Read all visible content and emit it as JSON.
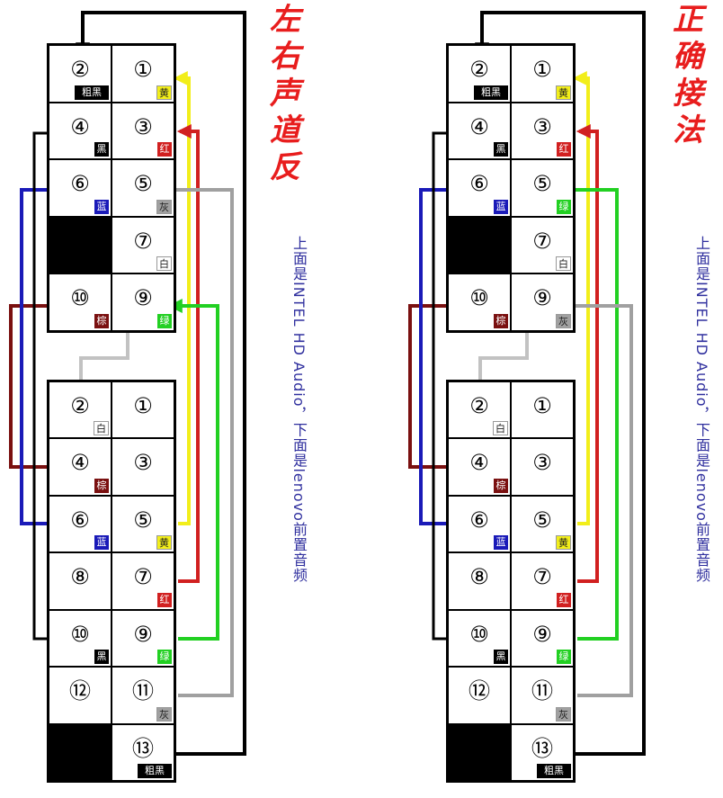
{
  "left_title": [
    "左",
    "右",
    "声",
    "道",
    "反"
  ],
  "right_title": [
    "正",
    "确",
    "接",
    "法"
  ],
  "note": "上面是INTEL HD Audio，下面是lenovo前置音频",
  "top_block": {
    "numbers": {
      "n1": "①",
      "n2": "②",
      "n3": "③",
      "n4": "④",
      "n5": "⑤",
      "n6": "⑥",
      "n7": "⑦",
      "n9": "⑨",
      "n10": "⑩"
    },
    "left_tags": {
      "n1": "黄",
      "n2": "粗黑",
      "n3": "红",
      "n4": "黑",
      "n5": "灰",
      "n6": "蓝",
      "n7": "白",
      "n9": "绿",
      "n10": "棕"
    },
    "right_tags": {
      "n1": "黄",
      "n2": "粗黑",
      "n3": "红",
      "n4": "黑",
      "n5": "绿",
      "n6": "蓝",
      "n7": "白",
      "n9": "灰",
      "n10": "棕"
    }
  },
  "bottom_block": {
    "numbers": {
      "n1": "①",
      "n2": "②",
      "n3": "③",
      "n4": "④",
      "n5": "⑤",
      "n6": "⑥",
      "n7": "⑦",
      "n8": "⑧",
      "n9": "⑨",
      "n10": "⑩",
      "n11": "⑪",
      "n12": "⑫",
      "n13": "⑬"
    },
    "tags": {
      "n2": "白",
      "n4": "棕",
      "n5": "黄",
      "n6": "蓝",
      "n7": "红",
      "n9": "绿",
      "n10": "黑",
      "n11": "灰",
      "n13": "粗黑"
    }
  },
  "colors": {
    "yellow": "#f2ee1a",
    "red": "#d12020",
    "gray": "#a0a0a0",
    "light_gray": "#c2c2c2",
    "green": "#22d022",
    "blue": "#1a1ab8",
    "brown": "#7a1010",
    "black": "#000000",
    "white_tag": "#ffffff",
    "title": "#e81d1d",
    "note": "#2f2f9e"
  },
  "legend": "Left diagram = swapped channels (wrong); right diagram = correct wiring."
}
